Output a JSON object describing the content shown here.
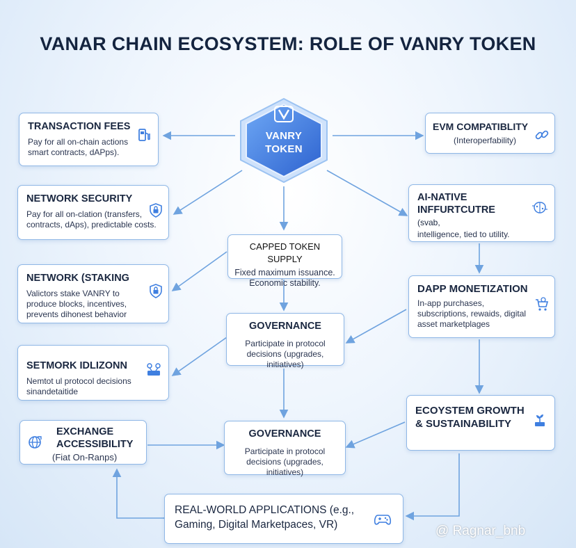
{
  "title": "VANAR CHAIN ECOSYSTEM: ROLE OF VANRY TOKEN",
  "center": {
    "line1": "VANRY",
    "line2": "TOKEN",
    "logo_icon": "v-logo-icon"
  },
  "left_boxes": [
    {
      "title": "TRANSACTION FEES",
      "desc": "Pay for all on-chain actions smart contracts, dAPps).",
      "icon": "fuel-pump-icon"
    },
    {
      "title": "NETWORK SECURITY",
      "desc": "Pay for all on-clation (transfers, contracts, dAps), predictable costs.",
      "icon": "shield-lock-icon"
    },
    {
      "title": "NETWORK (STAKING",
      "desc": "Valictors stake VANRY to produce blocks, incentives, prevents dihonest behavior",
      "icon": "shield-lock-icon"
    },
    {
      "title": "SETMORK IDLIZONN",
      "desc": "Nemtot ul protocol decisions sinandetaitide",
      "icon": "network-icon"
    },
    {
      "title": "EXCHANGE ACCESSIBILITY",
      "subtitle": "(Fiat On-Ranps)",
      "icon": "globe-exchange-icon"
    }
  ],
  "center_boxes": [
    {
      "title": "CAPPED TOKEN SUPPLY",
      "desc": "Fixed maximum issuance. Economic stability."
    },
    {
      "title": "GOVERNANCE",
      "desc": "Participate in protocol decisions (upgrades, initiatives)"
    },
    {
      "title": "GOVERNANCE",
      "desc": "Participate in protocol decisions (upgrades, initiatives)"
    }
  ],
  "right_boxes": [
    {
      "title": "EVM COMPATIBLITY",
      "desc": "(Interoperfability)",
      "icon": "link-icon"
    },
    {
      "title": "AI-NATIVE INFFURTCUTRE",
      "title_tail": "(svab,",
      "desc": "intelligence, tied to utility.",
      "icon": "brain-circuit-icon"
    },
    {
      "title": "DAPP MONETIZATION",
      "desc": "In-app purchases, subscriptions, rewaids, digital asset marketplages",
      "icon": "cart-coin-icon"
    },
    {
      "title": "ECOYSTEM GROWTH & SUSTAINABILITY",
      "icon": "plant-growth-icon"
    }
  ],
  "bottom_box": {
    "title": "REAL-WORLD APPLICATIONS (e.g., Gaming, Digital Marketpaces, VR)",
    "icon": "gamepad-icon"
  },
  "watermark": "@ Ragnar_bnb",
  "colors": {
    "accent": "#3f7fe0",
    "border": "#8fb7e6",
    "arrow": "#6fa3df",
    "title": "#14243f"
  }
}
